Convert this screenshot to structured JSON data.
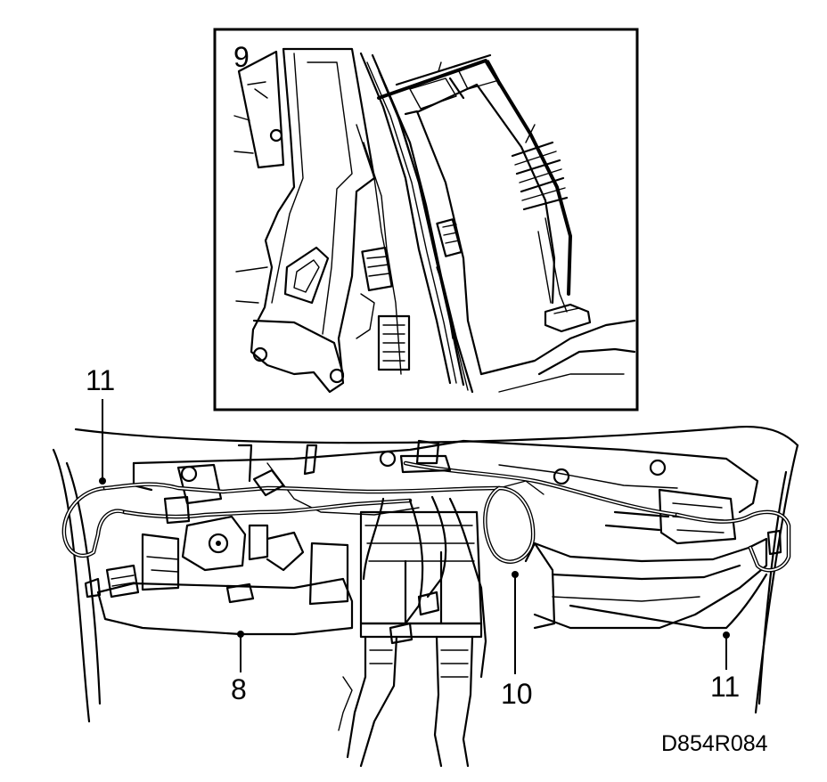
{
  "figure": {
    "reference_code": "D854R084",
    "callouts": {
      "item_8": "8",
      "item_9": "9",
      "item_10": "10",
      "item_11_left": "11",
      "item_11_right": "11"
    }
  },
  "colors": {
    "line": "#000000",
    "background": "#ffffff"
  }
}
